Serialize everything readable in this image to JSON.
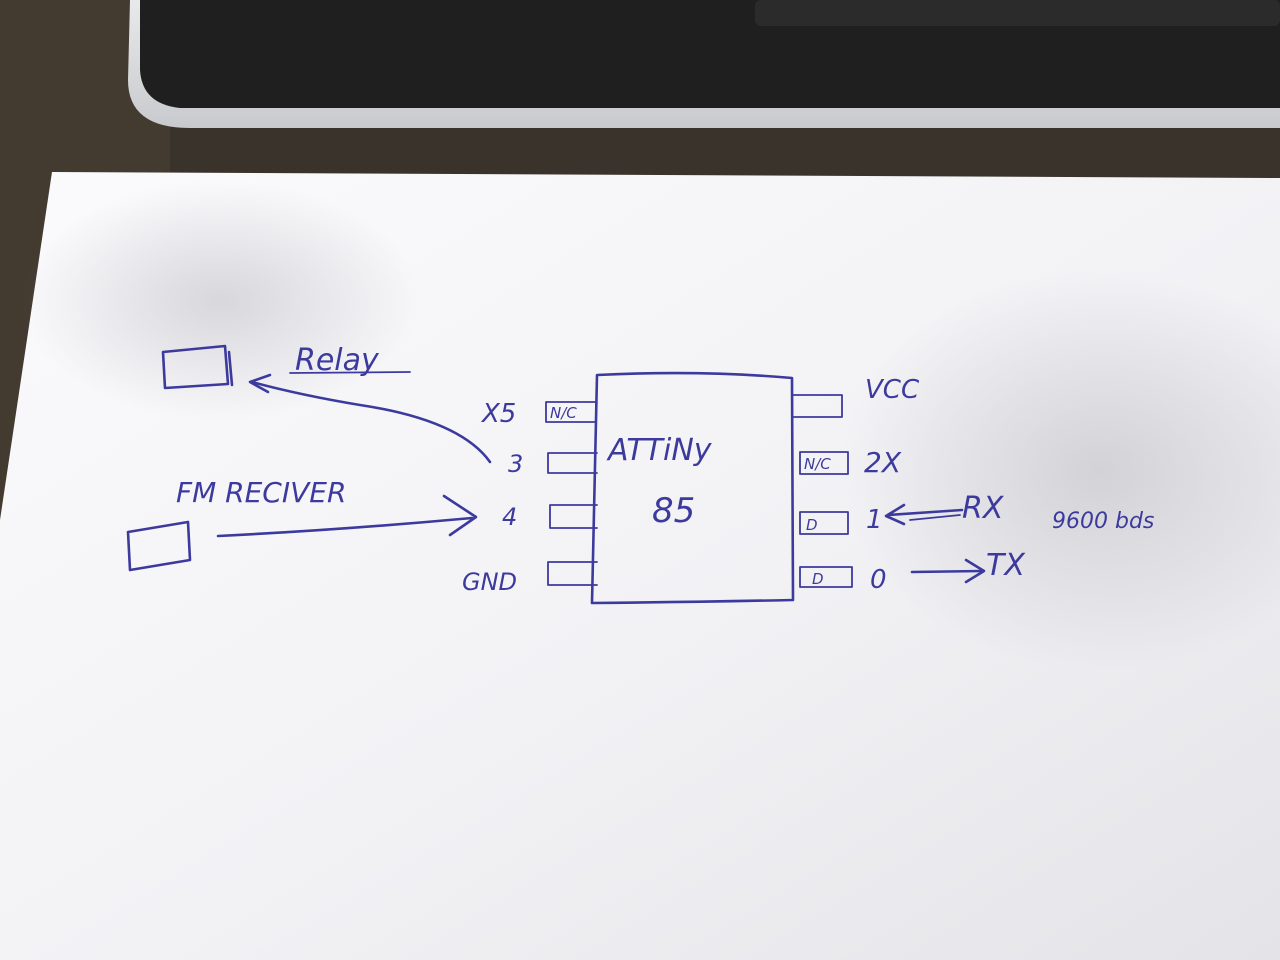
{
  "diagram": {
    "chip": {
      "line1": "ATTiNy",
      "line2": "85"
    },
    "left_pins": [
      {
        "label": "X5",
        "box": "N/C"
      },
      {
        "label": "3",
        "box": ""
      },
      {
        "label": "4",
        "box": ""
      },
      {
        "label": "GND",
        "box": ""
      }
    ],
    "right_pins": [
      {
        "label": "VCC",
        "box": ""
      },
      {
        "label": "2X",
        "box": "N/C"
      },
      {
        "label": "1",
        "box": "D"
      },
      {
        "label": "0",
        "box": "D"
      }
    ],
    "relay_label": "Relay",
    "receiver_label": "FM RECIVER",
    "rx_label": "RX",
    "tx_label": "TX",
    "baud_label": "9600 bds"
  },
  "colors": {
    "ink": "#3d3a9e",
    "paper": "#f6f6f8",
    "laptop_body": "#d9dadc",
    "laptop_screen": "#1f1f1f"
  }
}
